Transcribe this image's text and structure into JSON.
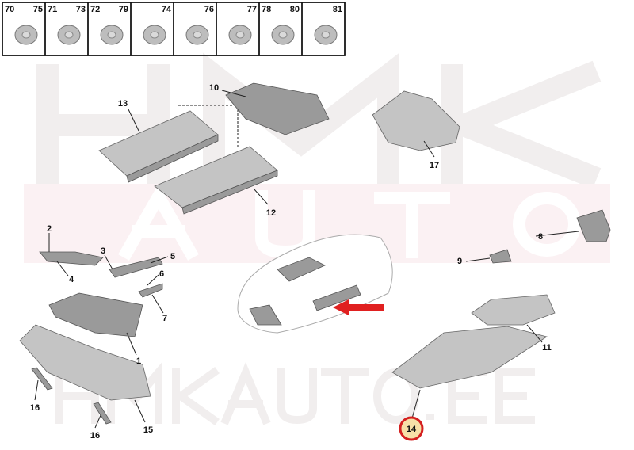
{
  "watermark": {
    "logo_top": "HMK",
    "logo_bottom": "AUTO",
    "site": "HMKAUTO.EE"
  },
  "fastener_table": [
    {
      "left": "70",
      "right": "75",
      "icon": "bolt-icon"
    },
    {
      "left": "71",
      "right": "73",
      "icon": "clip-nut-icon"
    },
    {
      "left": "72",
      "right": "79",
      "icon": "flange-nut-icon"
    },
    {
      "left": "",
      "right": "74",
      "icon": "spring-clip-icon"
    },
    {
      "left": "",
      "right": "76",
      "icon": "screw-icon"
    },
    {
      "left": "",
      "right": "77",
      "icon": "rivet-nut-icon"
    },
    {
      "left": "78",
      "right": "80",
      "icon": "push-clip-icon"
    },
    {
      "left": "",
      "right": "81",
      "icon": "washer-bolt-icon"
    }
  ],
  "callouts": [
    "13",
    "10",
    "17",
    "12",
    "2",
    "3",
    "5",
    "4",
    "6",
    "7",
    "1",
    "8",
    "9",
    "11",
    "16",
    "16",
    "15"
  ],
  "highlighted_callout": {
    "label": "14",
    "ring_color": "#d42020",
    "fill_color": "#f7e0a8"
  },
  "arrow_color": "#e02020"
}
